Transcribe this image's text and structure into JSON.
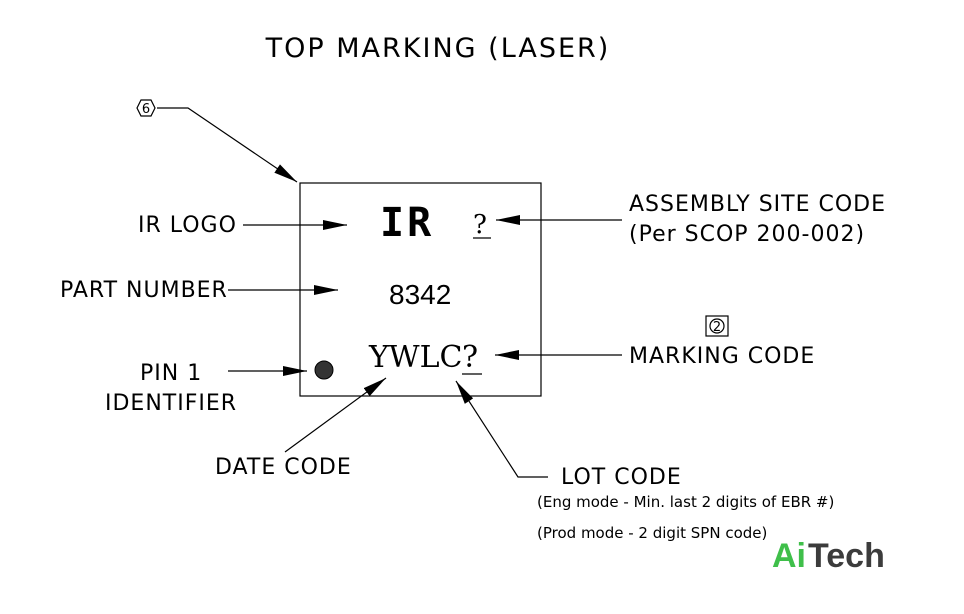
{
  "title": "TOP MARKING (LASER)",
  "callouts": {
    "note_6": "6",
    "note_2": "2"
  },
  "package": {
    "logo": "IR",
    "assembly_site_char": "?",
    "part_number": "8342",
    "marking_code": "YWLC",
    "marking_code_suffix": "?"
  },
  "labels": {
    "ir_logo": "IR LOGO",
    "part_number": "PART NUMBER",
    "pin1_line1": "PIN 1",
    "pin1_line2": "IDENTIFIER",
    "date_code": "DATE CODE",
    "assembly_site_line1": "ASSEMBLY SITE CODE",
    "assembly_site_line2": "(Per SCOP 200-002)",
    "marking_code": "MARKING CODE",
    "lot_code": "LOT CODE",
    "lot_note_1": "(Eng mode - Min. last 2 digits of EBR #)",
    "lot_note_2": "(Prod mode - 2 digit SPN code)"
  },
  "watermark": {
    "part1": "Ai",
    "part2": "Tech",
    "color1": "#3fbf4a",
    "color2": "#3c3c3c"
  }
}
